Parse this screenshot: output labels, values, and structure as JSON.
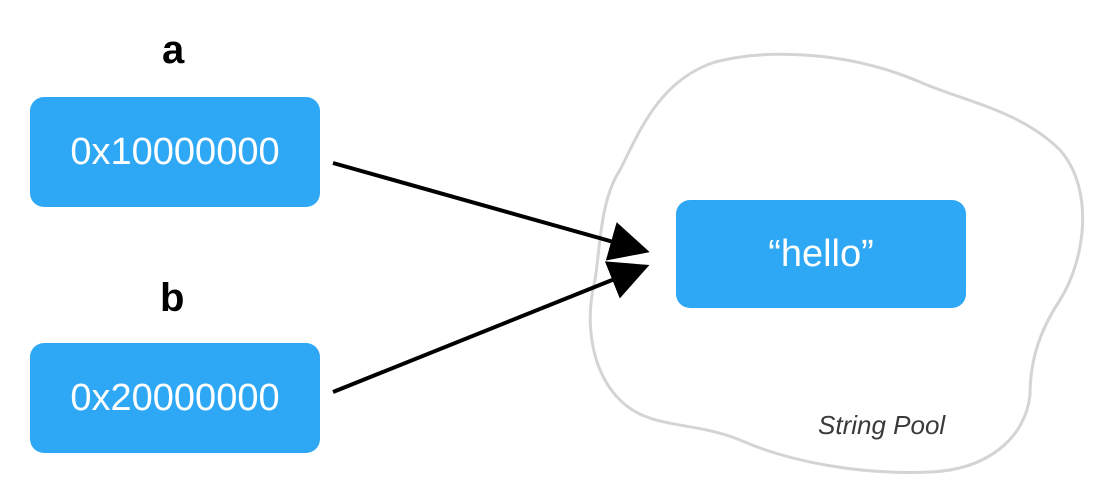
{
  "variables": [
    {
      "name": "a",
      "address": "0x10000000"
    },
    {
      "name": "b",
      "address": "0x20000000"
    }
  ],
  "pool": {
    "label": "String Pool",
    "value": "“hello”"
  },
  "colors": {
    "box_fill": "#2ea8f5",
    "box_text": "#ffffff",
    "arrow": "#000000",
    "pool_outline": "#d4d4d4"
  }
}
